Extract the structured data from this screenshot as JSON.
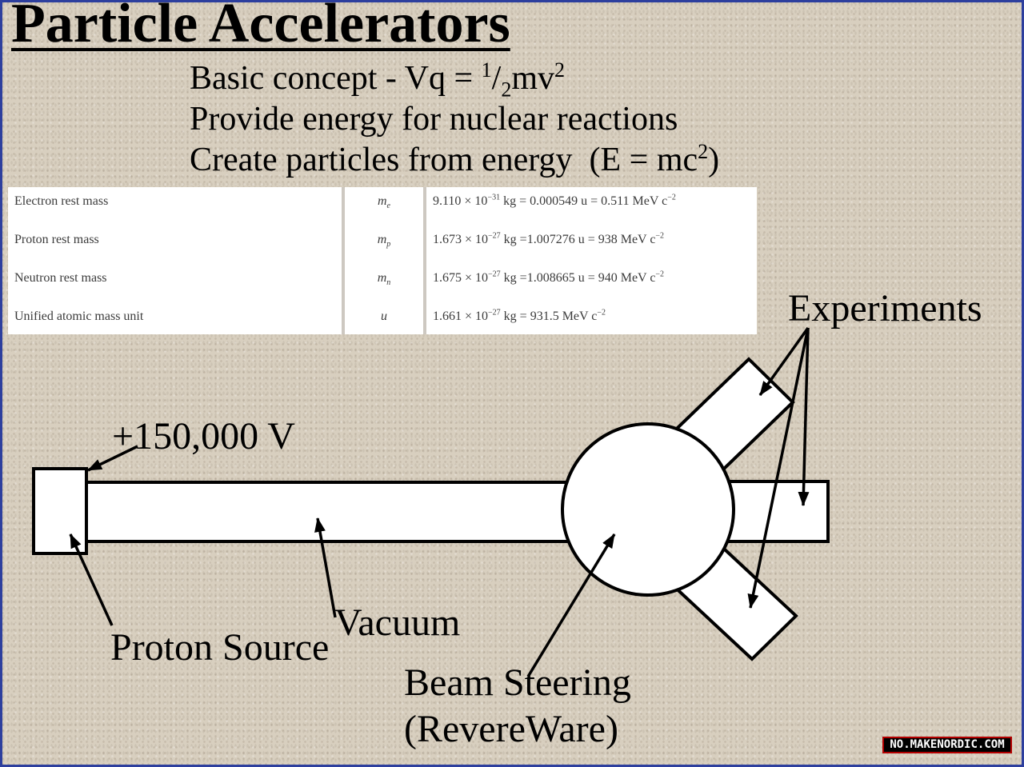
{
  "slide": {
    "title": "Particle Accelerators",
    "bullets": {
      "basic": {
        "text": "Basic concept - Vq = ",
        "frac_num": "1",
        "frac_bar": "/",
        "frac_den": "2",
        "term": "mv",
        "power": "2"
      },
      "provide": "Provide energy for nuclear reactions",
      "create": {
        "text": "Create particles from energy  (E = mc",
        "power": "2",
        "close": ")"
      }
    }
  },
  "table": {
    "rows": [
      {
        "quantity": "Electron rest mass",
        "symbol": "m",
        "symbol_sub": "e",
        "value_a": "9.110 × 10",
        "exp_a": "−31",
        "value_b": " kg = 0.000549 u = 0.511 MeV c",
        "exp_b": "−2"
      },
      {
        "quantity": "Proton rest mass",
        "symbol": "m",
        "symbol_sub": "p",
        "value_a": "1.673 × 10",
        "exp_a": "−27",
        "value_b": " kg =1.007276 u = 938 MeV c",
        "exp_b": "−2"
      },
      {
        "quantity": "Neutron rest mass",
        "symbol": "m",
        "symbol_sub": "n",
        "value_a": "1.675 × 10",
        "exp_a": "−27",
        "value_b": " kg =1.008665 u = 940 MeV c",
        "exp_b": "−2"
      },
      {
        "quantity": "Unified atomic mass unit",
        "symbol": "u",
        "value_a": "1.661 × 10",
        "exp_a": "−27",
        "value_b": " kg = 931.5 MeV c",
        "exp_b": "−2"
      }
    ]
  },
  "diagram": {
    "voltage_label": "+150,000 V",
    "experiments_label": "Experiments",
    "vacuum_label": "Vacuum",
    "source_label": "Proton Source",
    "steering_label": "Beam Steering",
    "steering_sub_label": "(RevereWare)"
  },
  "watermark": "NO.MAKENORDIC.COM",
  "colors": {
    "background": "#d8cfbf",
    "frame": "#2d3f9e",
    "ink": "#000000"
  }
}
